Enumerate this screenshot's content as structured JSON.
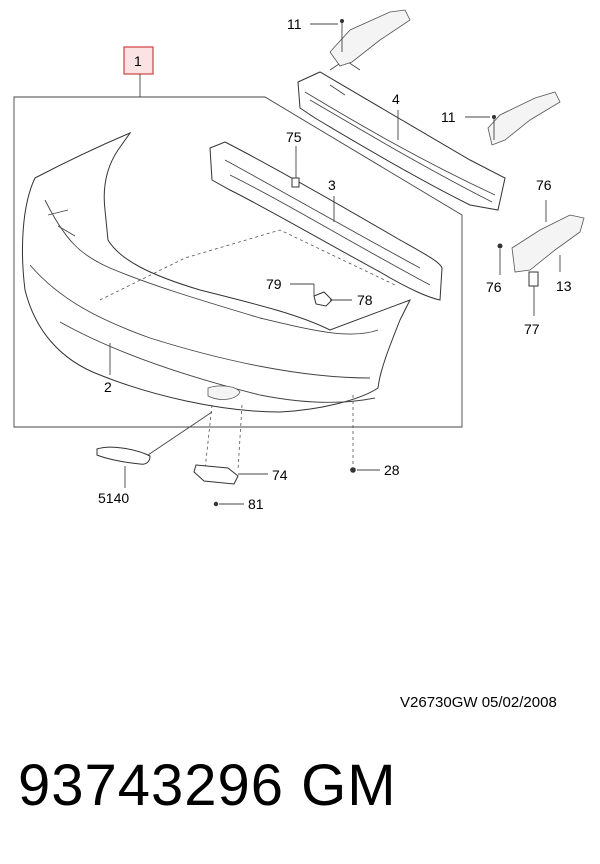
{
  "callouts": {
    "c1": "1",
    "c2": "2",
    "c3": "3",
    "c4": "4",
    "c11a": "11",
    "c11b": "11",
    "c13": "13",
    "c28": "28",
    "c74": "74",
    "c75": "75",
    "c76a": "76",
    "c76b": "76",
    "c77": "77",
    "c78": "78",
    "c79": "79",
    "c81": "81",
    "c5140": "5140"
  },
  "footer": {
    "doc_code": "V26730GW  05/02/2008",
    "part_number": "93743296   GM"
  },
  "colors": {
    "callout_box_border": "#d04040",
    "callout_box_fill": "#fbe3e3"
  }
}
